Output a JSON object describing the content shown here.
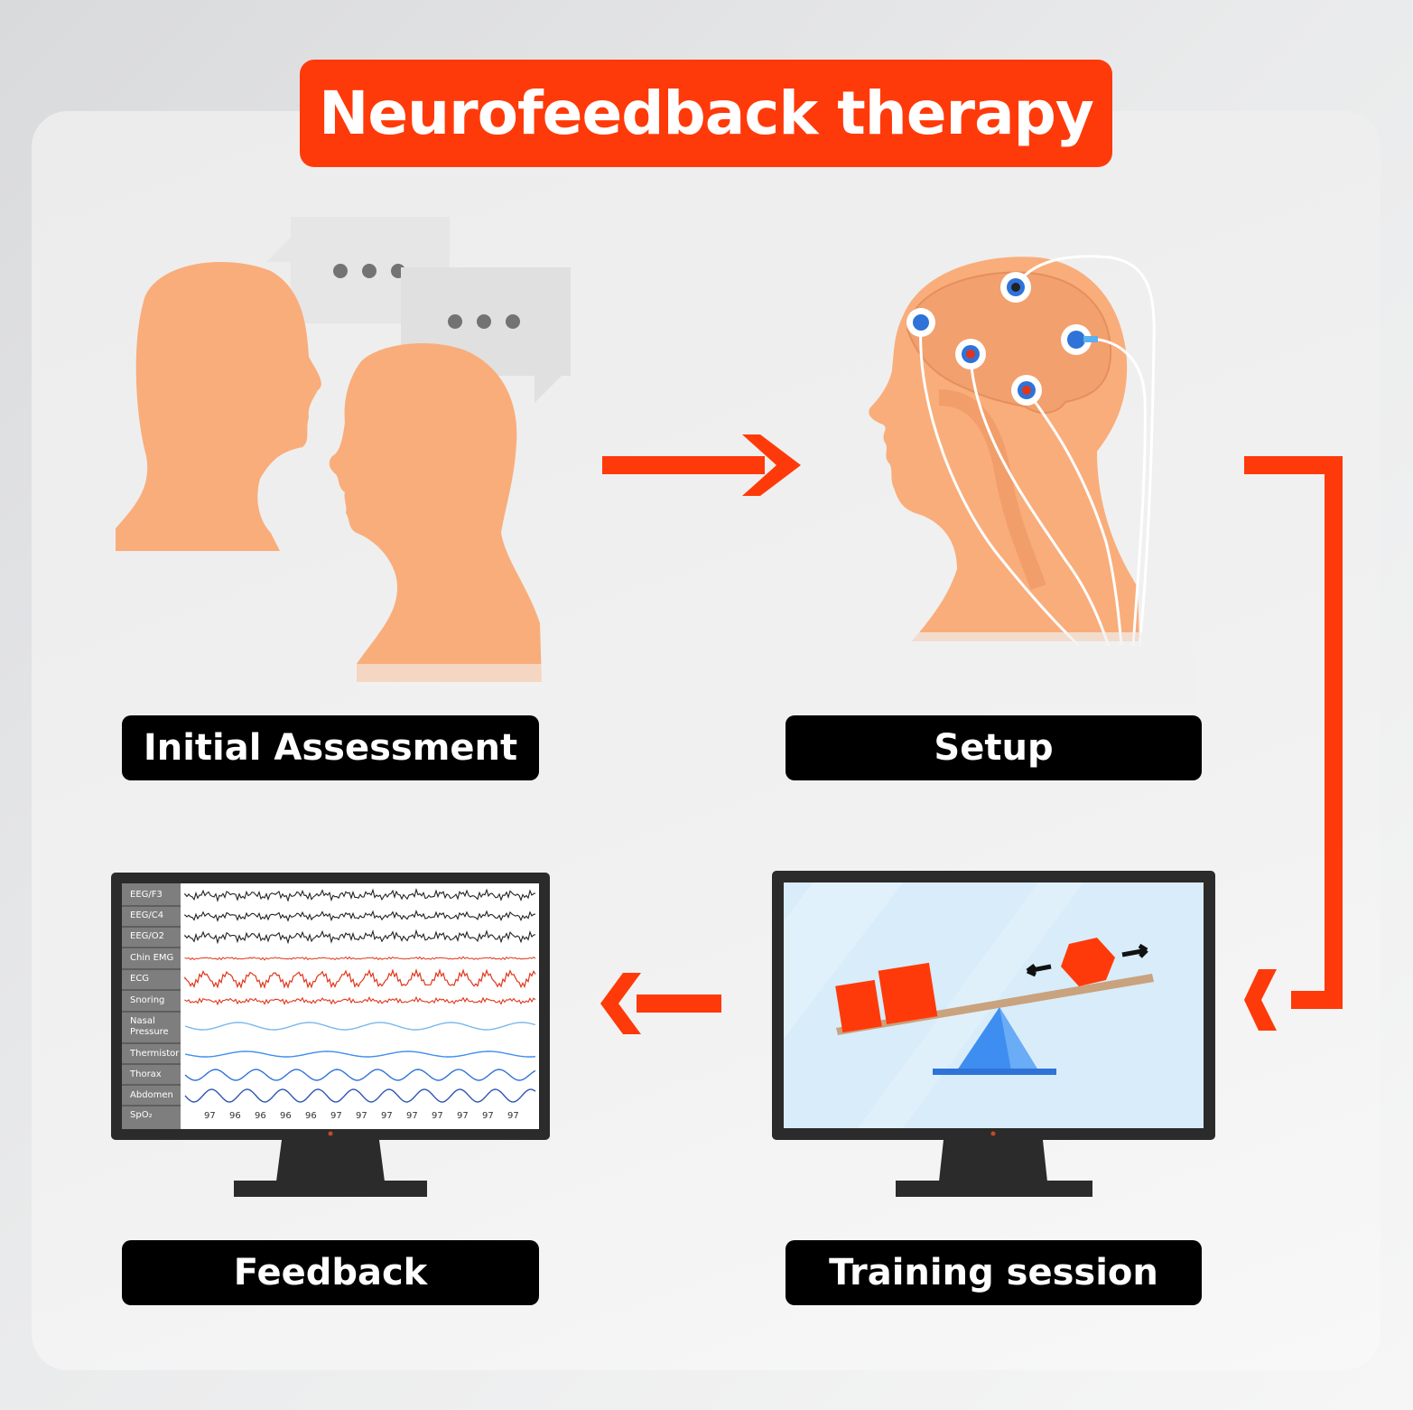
{
  "title": "Neurofeedback therapy",
  "steps": {
    "initial_assessment": "Initial Assessment",
    "setup": "Setup",
    "training_session": "Training session",
    "feedback": "Feedback"
  },
  "monitor": {
    "channels": [
      "EEG/F3",
      "EEG/C4",
      "EEG/O2",
      "Chin EMG",
      "ECG",
      "Snoring",
      "Nasal",
      "Pressure",
      "Thermistor",
      "Thorax",
      "Abdomen",
      "SpO₂"
    ],
    "spo2_values": [
      "97",
      "96",
      "96",
      "96",
      "96",
      "97",
      "97",
      "97",
      "97",
      "97",
      "97",
      "97",
      "97"
    ]
  },
  "colors": {
    "accent": "#ff3a0a",
    "skin": "#f9ad7b",
    "label_bg": "#000000",
    "screen_blue": "#d8ecfa",
    "fulcrum_blue": "#3d8ef0"
  }
}
